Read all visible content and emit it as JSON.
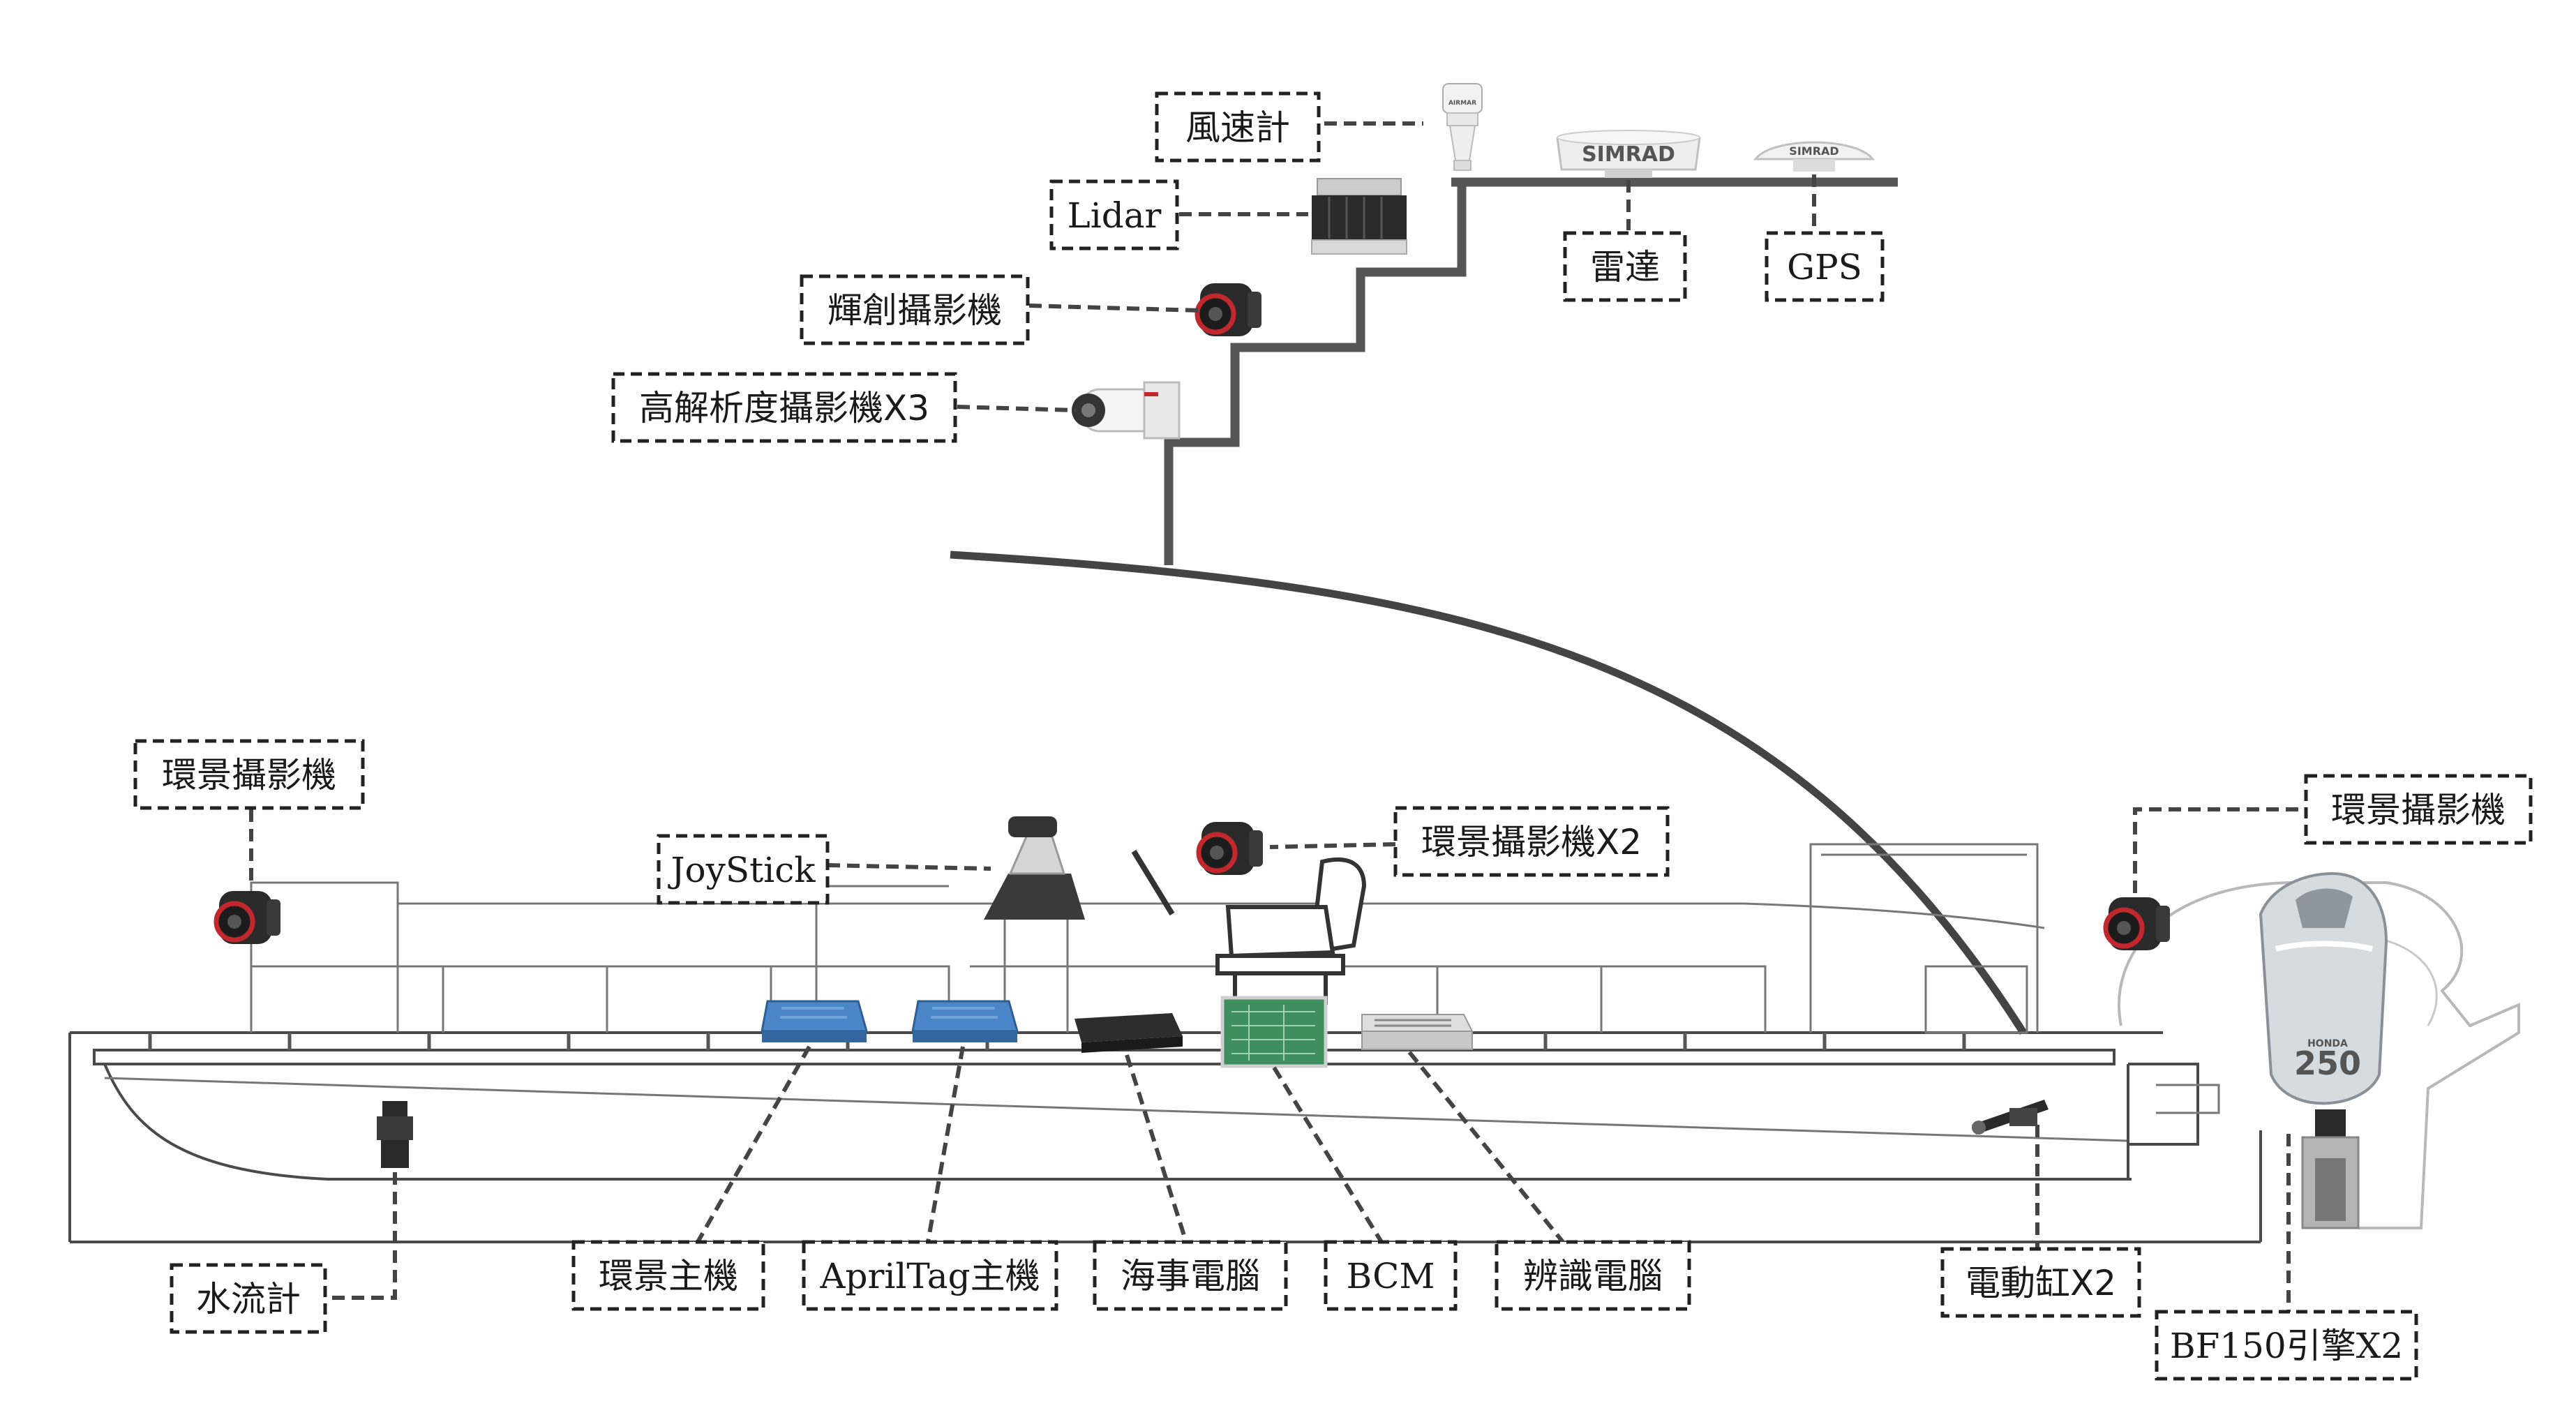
{
  "labels": {
    "anemometer": "風速計",
    "lidar": "Lidar",
    "huichuang_camera": "輝創攝影機",
    "hd_camera": "高解析度攝影機X3",
    "radar": "雷達",
    "gps": "GPS",
    "surround_camera_bow": "環景攝影機",
    "joystick": "JoyStick",
    "surround_camera_x2": "環景攝影機X2",
    "surround_camera_stern": "環景攝影機",
    "flow_meter": "水流計",
    "surround_host": "環景主機",
    "apriltag_host": "AprilTag主機",
    "marine_computer": "海事電腦",
    "bcm": "BCM",
    "recognition_computer": "辨識電腦",
    "actuator": "電動缸X2",
    "engine": "BF150引擎X2"
  },
  "brand_marks": {
    "radar_logo": "SIMRAD",
    "gps_logo": "SIMRAD",
    "anemometer_logo": "AIRMAR",
    "engine_model": "250",
    "engine_brand": "HONDA"
  },
  "colors": {
    "line": "#555555",
    "lead": "#444444",
    "box_border": "#222222",
    "camera_body": "#2a2a2a",
    "camera_accent": "#c0282d",
    "board_blue": "#4a86c8"
  }
}
